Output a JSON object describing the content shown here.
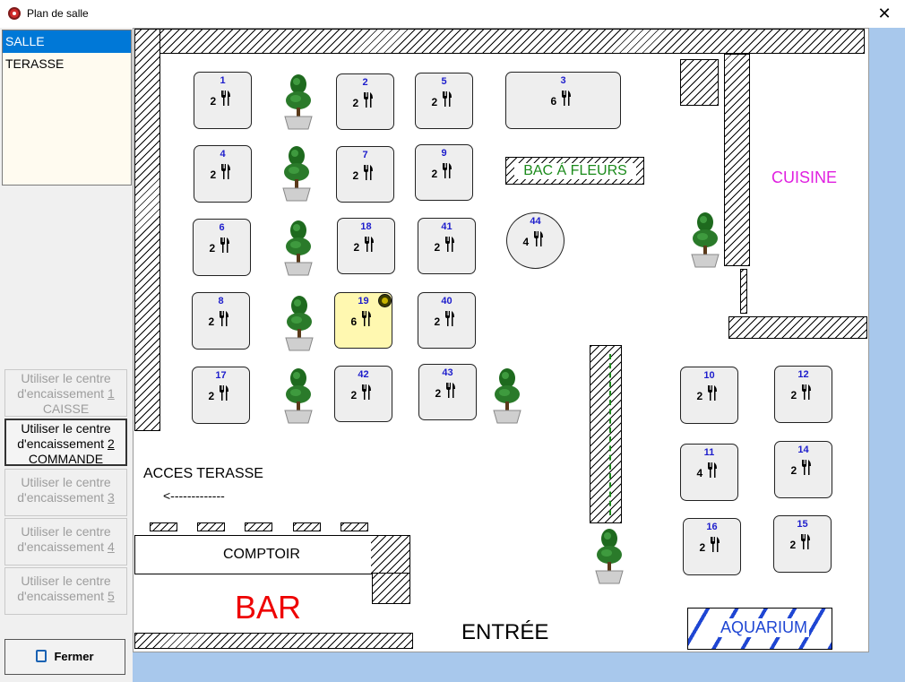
{
  "window": {
    "title": "Plan de salle",
    "close": "✕"
  },
  "rooms": {
    "items": [
      "SALLE",
      "TERASSE"
    ]
  },
  "cash_buttons": [
    {
      "line1": "Utiliser le centre",
      "line2_prefix": "d'encaissement ",
      "num": "1",
      "line3": "CAISSE"
    },
    {
      "line1": "Utiliser le centre",
      "line2_prefix": "d'encaissement ",
      "num": "2",
      "line3": "COMMANDE"
    },
    {
      "line1": "Utiliser le centre",
      "line2_prefix": "d'encaissement ",
      "num": "3",
      "line3": ""
    },
    {
      "line1": "Utiliser le centre",
      "line2_prefix": "d'encaissement ",
      "num": "4",
      "line3": ""
    },
    {
      "line1": "Utiliser le centre",
      "line2_prefix": "d'encaissement ",
      "num": "5",
      "line3": ""
    }
  ],
  "fermer": {
    "label": "Fermer",
    "icon": "exit-door-icon"
  },
  "tables": [
    {
      "num": "1",
      "seats": "2"
    },
    {
      "num": "2",
      "seats": "2"
    },
    {
      "num": "5",
      "seats": "2"
    },
    {
      "num": "3",
      "seats": "6"
    },
    {
      "num": "4",
      "seats": "2"
    },
    {
      "num": "7",
      "seats": "2"
    },
    {
      "num": "9",
      "seats": "2"
    },
    {
      "num": "6",
      "seats": "2"
    },
    {
      "num": "18",
      "seats": "2"
    },
    {
      "num": "41",
      "seats": "2"
    },
    {
      "num": "44",
      "seats": "4"
    },
    {
      "num": "8",
      "seats": "2"
    },
    {
      "num": "19",
      "seats": "6"
    },
    {
      "num": "40",
      "seats": "2"
    },
    {
      "num": "17",
      "seats": "2"
    },
    {
      "num": "42",
      "seats": "2"
    },
    {
      "num": "43",
      "seats": "2"
    },
    {
      "num": "10",
      "seats": "2"
    },
    {
      "num": "12",
      "seats": "2"
    },
    {
      "num": "11",
      "seats": "4"
    },
    {
      "num": "14",
      "seats": "2"
    },
    {
      "num": "16",
      "seats": "2"
    },
    {
      "num": "15",
      "seats": "2"
    }
  ],
  "labels": {
    "bac": "BAC Á FLEURS",
    "cuisine": "CUISINE",
    "acces": "ACCES TERASSE",
    "arrow": "<-------------",
    "comptoir": "COMPTOIR",
    "bar": "BAR",
    "entree": "ENTRÉE",
    "aquarium": "AQUARIUM"
  },
  "colors": {
    "selection": "#0078d7",
    "table_number": "#1d1dcc",
    "cuisine": "#e020e0",
    "bar": "#ee0000",
    "bac": "#1a8a1a",
    "aquarium": "#1f46d3",
    "selected_table": "#fff8b0"
  }
}
